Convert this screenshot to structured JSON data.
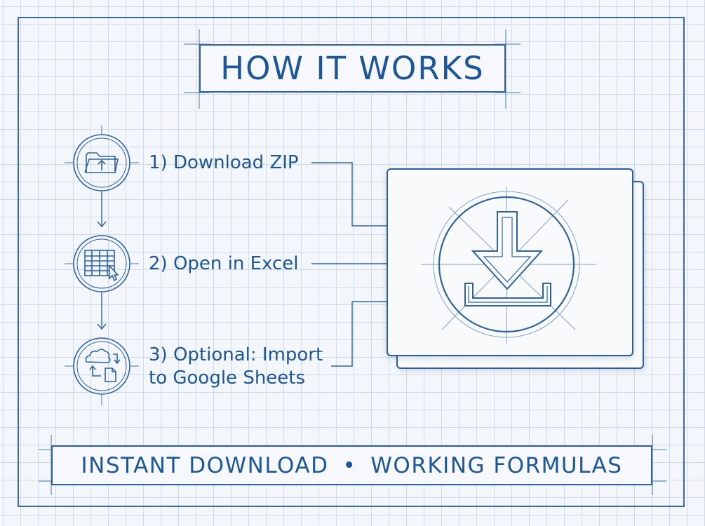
{
  "title": "HOW IT WORKS",
  "steps": [
    {
      "label": "1) Download ZIP",
      "icon": "folder-upload-icon"
    },
    {
      "label": "2) Open in Excel",
      "icon": "spreadsheet-cursor-icon"
    },
    {
      "label_line1": "3) Optional: Import",
      "label_line2": "to Google Sheets",
      "icon": "cloud-sync-icon"
    }
  ],
  "main_icon": "download-icon",
  "footer": {
    "left": "INSTANT DOWNLOAD",
    "separator": "•",
    "right": "WORKING FORMULAS"
  },
  "colors": {
    "line": "#2f63a0",
    "text": "#1e5798",
    "grid": "#cfdbe8",
    "background": "#f3f6fa"
  }
}
